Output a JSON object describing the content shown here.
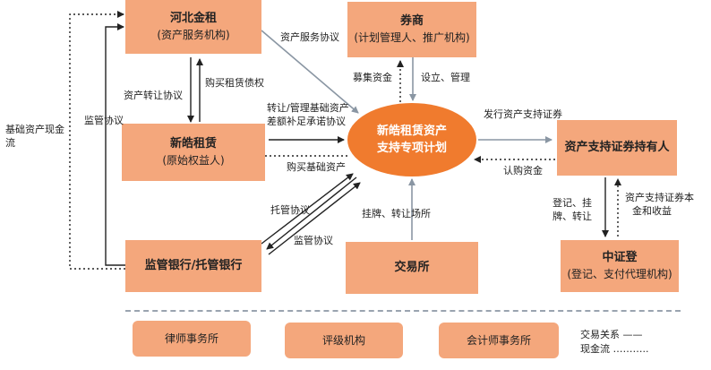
{
  "nodes": {
    "hebei": {
      "title": "河北金租",
      "sub": "(资产服务机构)"
    },
    "broker": {
      "title": "券商",
      "sub": "(计划管理人、推广机构)"
    },
    "xinhao": {
      "title": "新皓租赁",
      "sub": "(原始权益人)"
    },
    "plan": {
      "line1": "新皓租赁资产",
      "line2": "支持专项计划"
    },
    "holders": {
      "title": "资产支持证券持有人"
    },
    "bank": {
      "title": "监管银行/托管银行"
    },
    "exchange": {
      "title": "交易所"
    },
    "csdc": {
      "title": "中证登",
      "sub": "(登记、支付代理机构)"
    },
    "lawyer": {
      "title": "律师事务所"
    },
    "rating": {
      "title": "评级机构"
    },
    "accountant": {
      "title": "会计师事务所"
    }
  },
  "labels": {
    "asset_service": "资产服务协议",
    "raise": "募集资金",
    "setup": "设立、管理",
    "transfer_agreement": "资产转让协议",
    "buy_claims": "购买租赁债权",
    "transfer_line1": "转让/管理基础资产",
    "transfer_line2": "差额补足承诺协议",
    "buy_assets": "购买基础资产",
    "issue": "发行资产支持证券",
    "subscribe": "认购资金",
    "custody": "托管协议",
    "supervision_agreement": "监管协议",
    "supervision_left": "监管协议",
    "cashflow_line1": "基础资产现金",
    "cashflow_line2": "流",
    "listing": "挂牌、转让场所",
    "register_line1": "登记、挂",
    "register_line2": "牌、转让",
    "principal_line1": "资产支持证券本",
    "principal_line2": "金和收益"
  },
  "legend": {
    "trade": "交易关系 ——",
    "cash": "现金流 ……….."
  },
  "colors": {
    "box": "#f4a77c",
    "center": "#f07b2e",
    "arrow": "#8a96a3",
    "dark_arrow": "#222222"
  }
}
